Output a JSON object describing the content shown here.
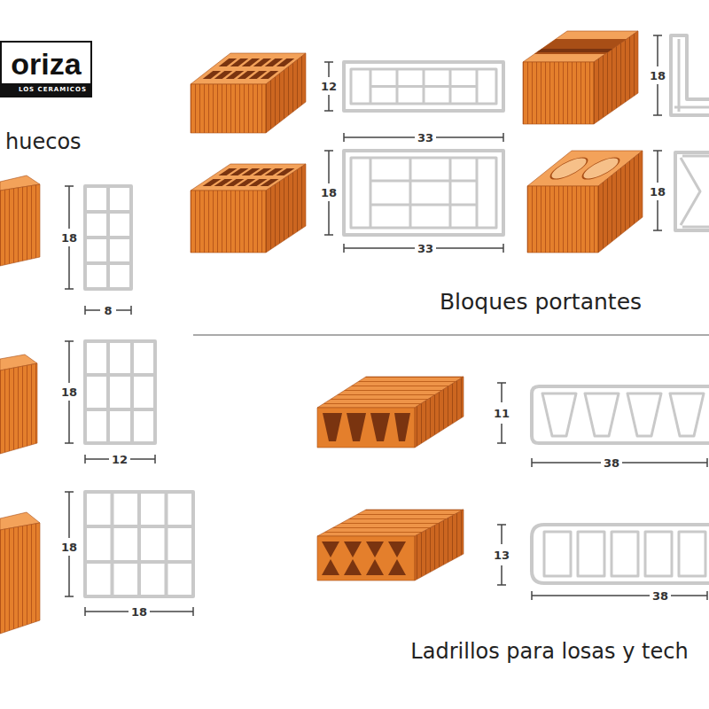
{
  "diagram": {
    "nodes": [
      {
        "text": [
          "oriza",
          "LOS CERAMICOS"
        ]
      }
    ],
    "labels": [
      "18",
      "12",
      "33",
      "huecos",
      "18",
      "18",
      "18",
      "33",
      "Bloques portantes",
      "8",
      "18",
      "11",
      "12",
      "38",
      "18",
      "13",
      "38",
      "18",
      "Ladrillos para losas y tech"
    ]
  }
}
